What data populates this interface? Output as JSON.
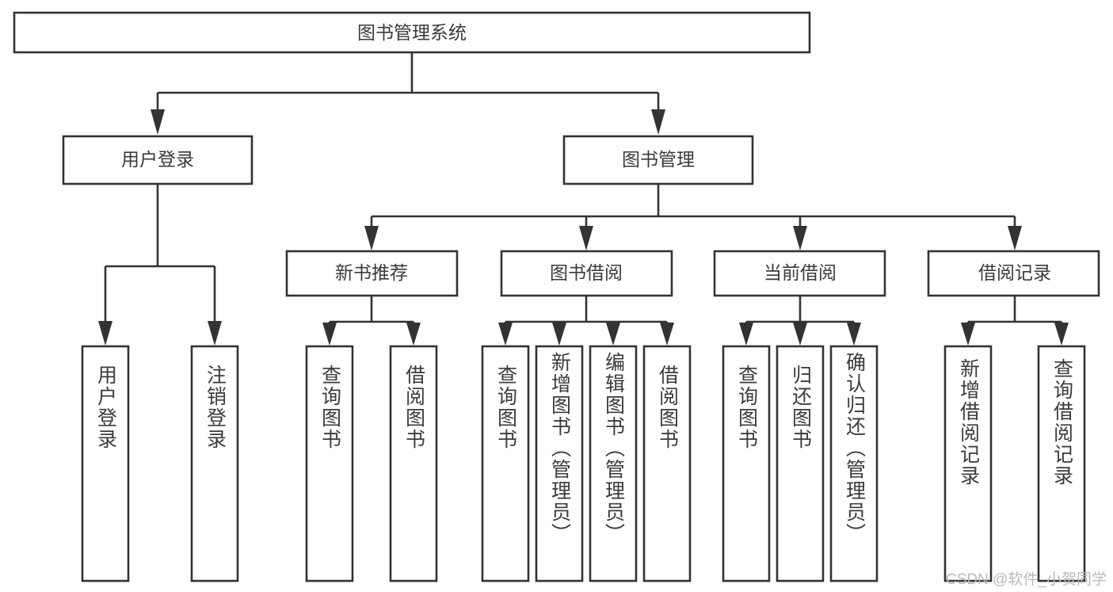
{
  "diagram": {
    "title": "图书管理系统",
    "type": "tree-hierarchy",
    "root": {
      "label": "图书管理系统"
    },
    "level2": [
      {
        "label": "用户登录"
      },
      {
        "label": "图书管理"
      }
    ],
    "level3": [
      {
        "label": "新书推荐"
      },
      {
        "label": "图书借阅"
      },
      {
        "label": "当前借阅"
      },
      {
        "label": "借阅记录"
      }
    ],
    "leaves": {
      "user_login": [
        {
          "label": "用户登录"
        },
        {
          "label": "注销登录"
        }
      ],
      "new_book_recommend": [
        {
          "label": "查询图书"
        },
        {
          "label": "借阅图书"
        }
      ],
      "book_borrow": [
        {
          "label": "查询图书"
        },
        {
          "label": "新增图书（管理员）"
        },
        {
          "label": "编辑图书（管理员）"
        },
        {
          "label": "借阅图书"
        }
      ],
      "current_borrow": [
        {
          "label": "查询图书"
        },
        {
          "label": "归还图书"
        },
        {
          "label": "确认归还（管理员）"
        }
      ],
      "borrow_record": [
        {
          "label": "新增借阅记录"
        },
        {
          "label": "查询借阅记录"
        }
      ]
    }
  },
  "watermark": {
    "text": "CSDN @软件_小贺同学"
  },
  "colors": {
    "box_stroke": "#333333",
    "box_fill": "#ffffff",
    "text": "#3a3a3a",
    "watermark": "#b9b9b9",
    "background": "#ffffff"
  }
}
